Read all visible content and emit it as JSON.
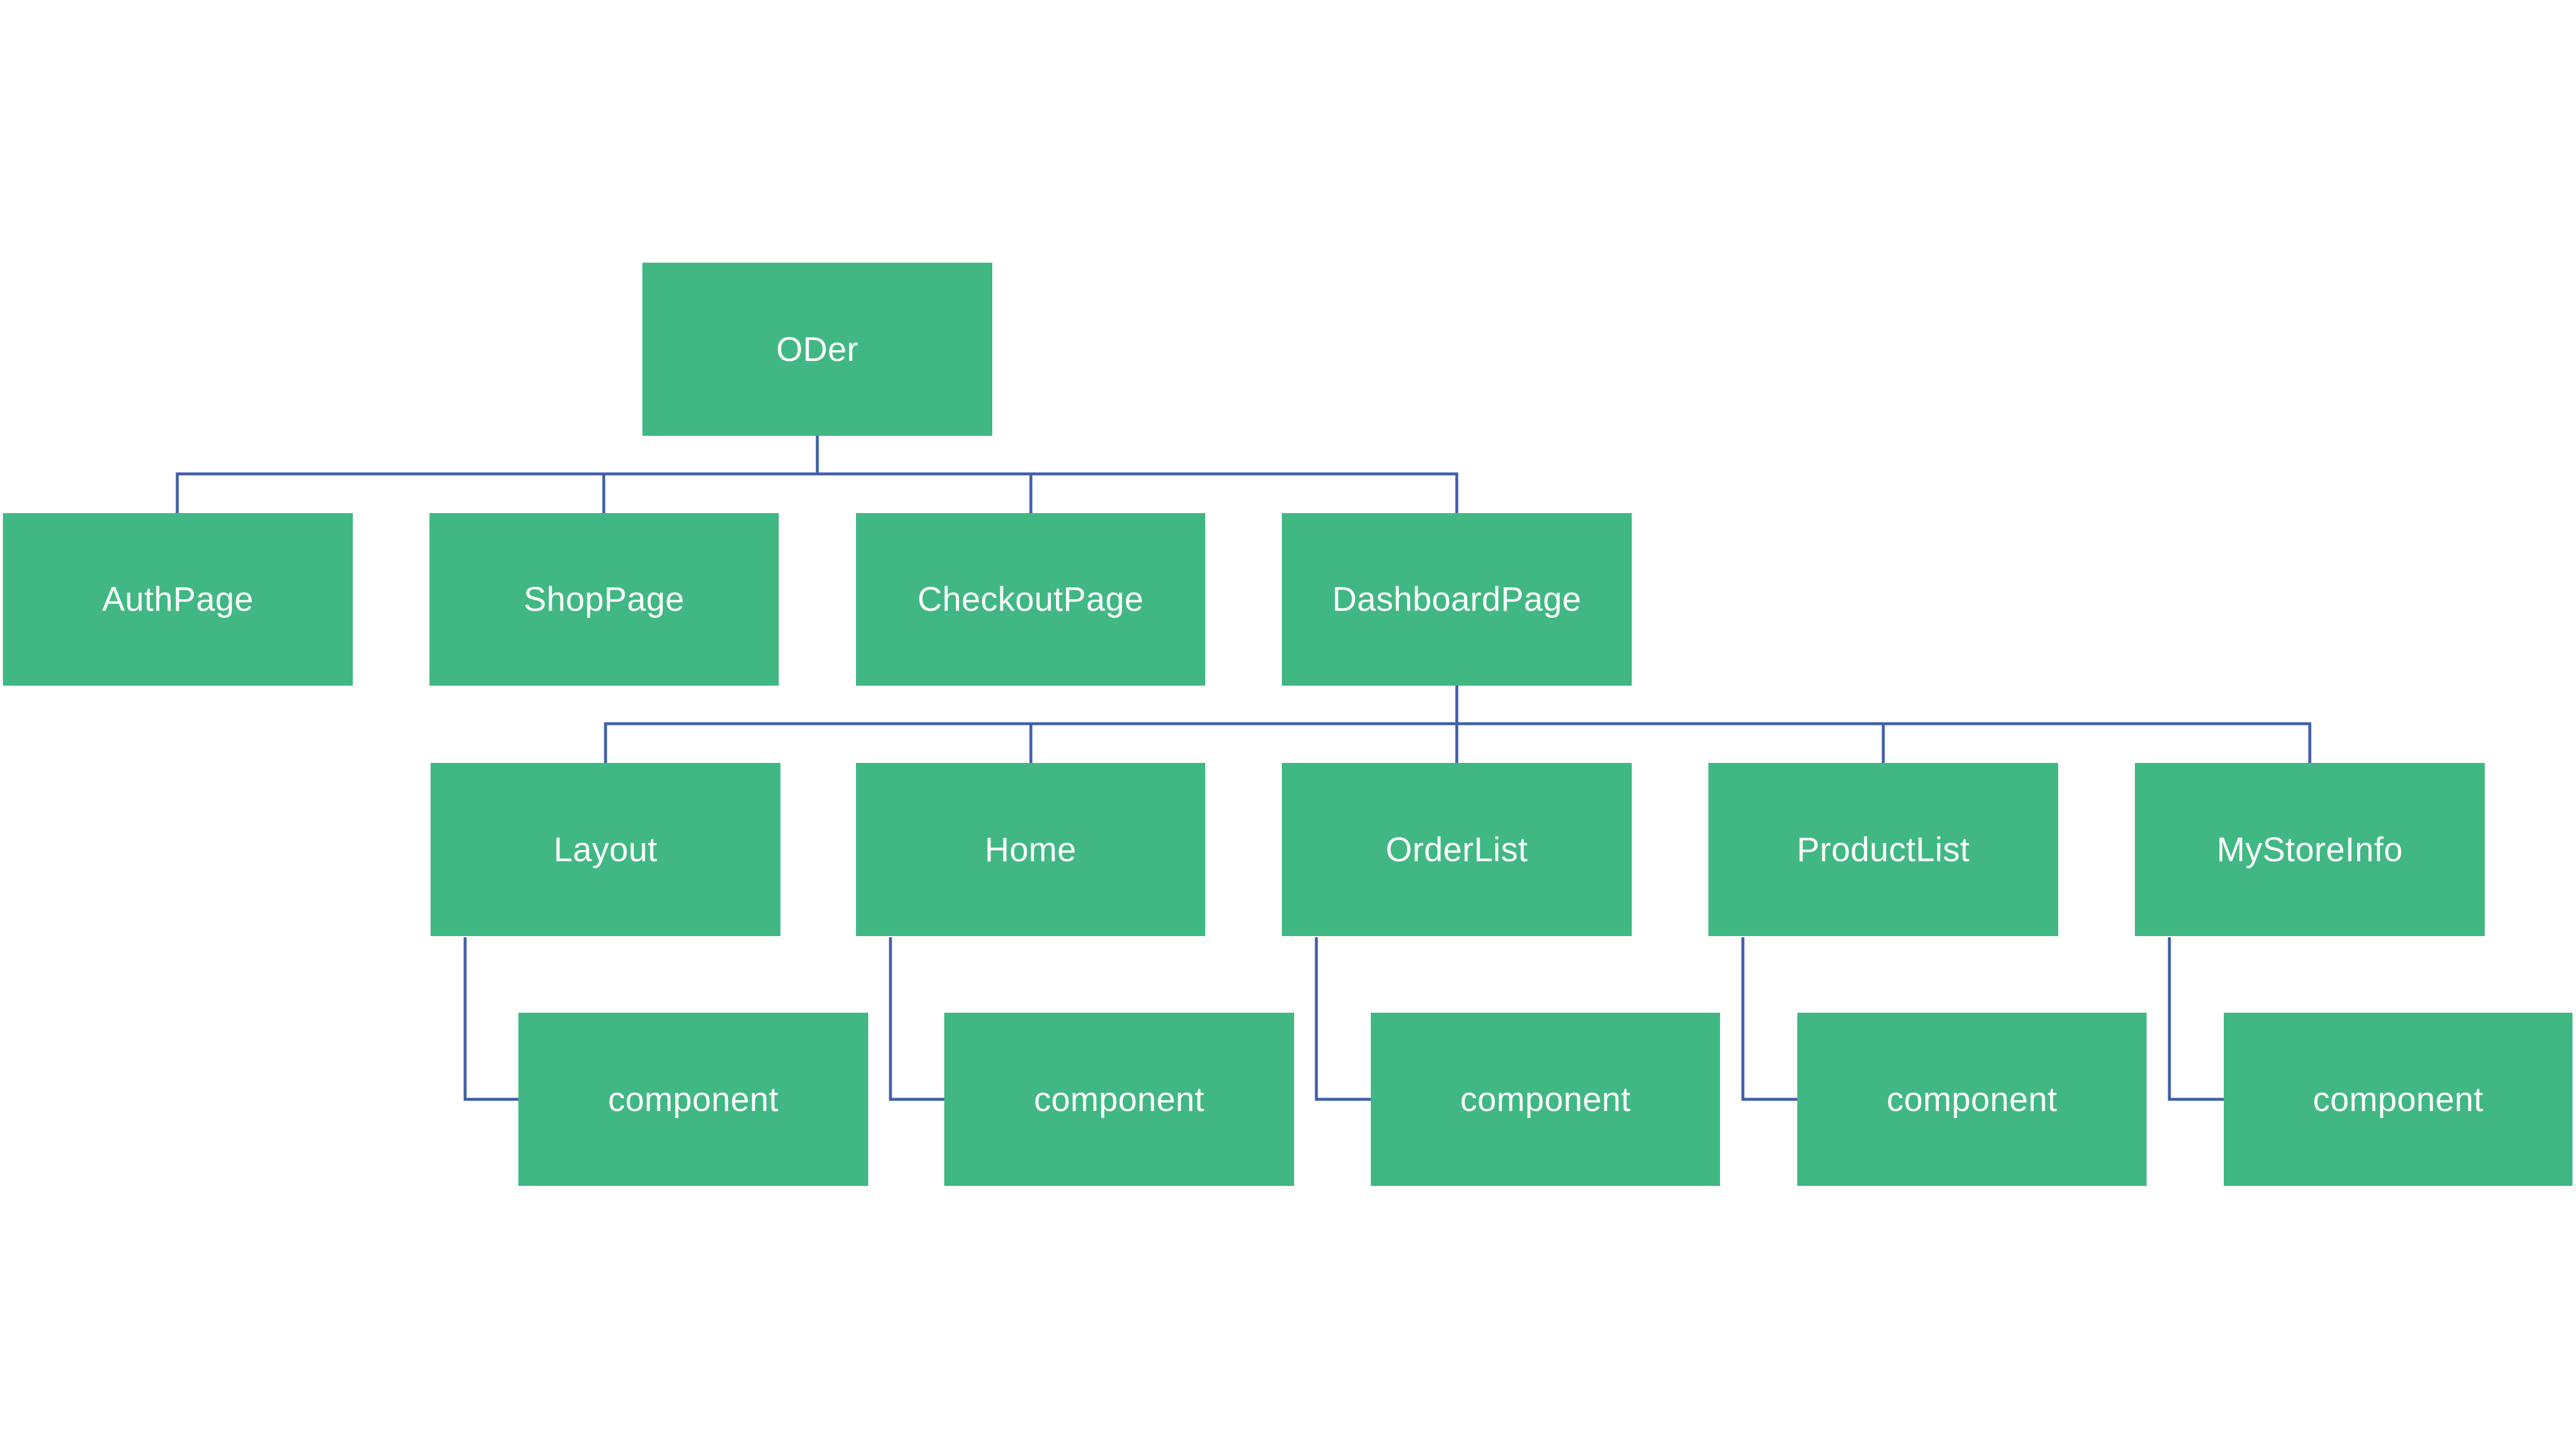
{
  "colors": {
    "node_fill": "#41B883",
    "node_text": "#FFFFFF",
    "connector": "#3F5FA8",
    "background": "#FFFFFF"
  },
  "diagram": {
    "root": {
      "label": "ODer"
    },
    "pages": [
      {
        "label": "AuthPage"
      },
      {
        "label": "ShopPage"
      },
      {
        "label": "CheckoutPage"
      },
      {
        "label": "DashboardPage"
      }
    ],
    "dashboard_children": [
      {
        "label": "Layout",
        "child": "component"
      },
      {
        "label": "Home",
        "child": "component"
      },
      {
        "label": "OrderList",
        "child": "component"
      },
      {
        "label": "ProductList",
        "child": "component"
      },
      {
        "label": "MyStoreInfo",
        "child": "component"
      }
    ]
  }
}
